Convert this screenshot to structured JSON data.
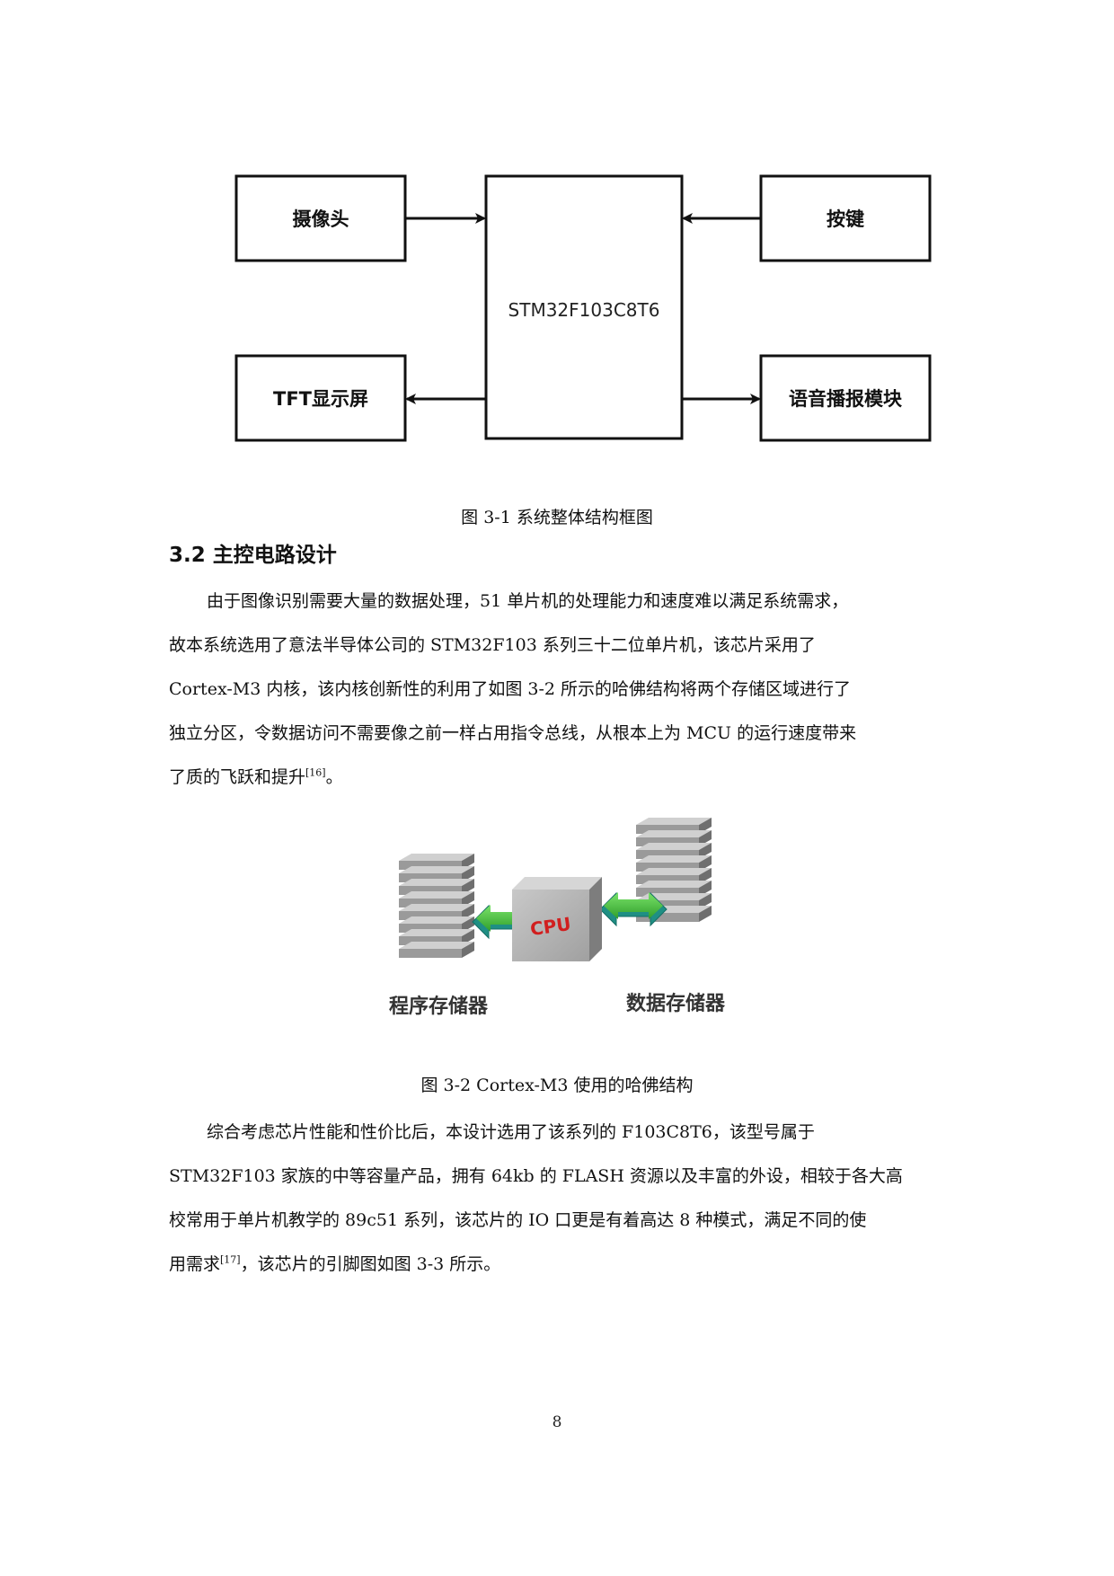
{
  "figure1": {
    "camera": "摄像头",
    "keys": "按键",
    "mcu": "STM32F103C8T6",
    "tft": "TFT显示屏",
    "voice": "语音播报模块",
    "caption": "图 3-1  系统整体结构框图"
  },
  "section": {
    "heading": "3.2 主控电路设计"
  },
  "paragraph1": {
    "lines": [
      "由于图像识别需要大量的数据处理，51 单片机的处理能力和速度难以满足系统需求，",
      "故本系统选用了意法半导体公司的 STM32F103 系列三十二位单片机，该芯片采用了",
      "Cortex-M3 内核，该内核创新性的利用了如图 3-2 所示的哈佛结构将两个存储区域进行了",
      "独立分区，令数据访问不需要像之前一样占用指令总线，从根本上为 MCU 的运行速度带来",
      "了质的飞跃和提升"
    ],
    "ref": "[16]",
    "tail": "。"
  },
  "figure2": {
    "cpu": "CPU",
    "program_memory": "程序存储器",
    "data_memory": "数据存储器",
    "caption": "图 3-2 Cortex-M3 使用的哈佛结构"
  },
  "paragraph2": {
    "lines": [
      "综合考虑芯片性能和性价比后，本设计选用了该系列的 F103C8T6，该型号属于",
      "STM32F103 家族的中等容量产品，拥有 64kb 的 FLASH 资源以及丰富的外设，相较于各大高",
      "校常用于单片机教学的 89c51 系列，该芯片的 IO 口更是有着高达 8 种模式，满足不同的使",
      "用需求"
    ],
    "ref": "[17]",
    "tail": "，该芯片的引脚图如图 3-3 所示。"
  },
  "page_number": "8"
}
